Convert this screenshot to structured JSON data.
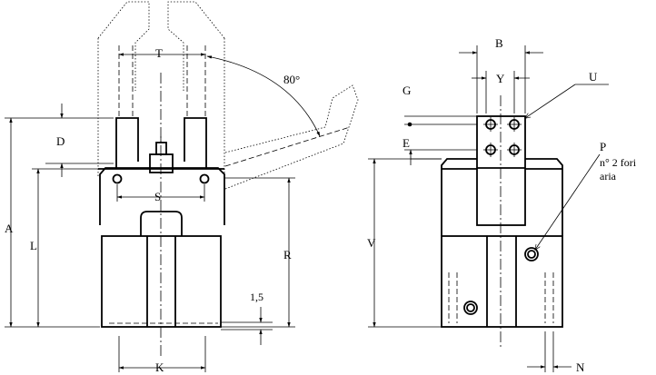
{
  "labels": {
    "T": "T",
    "angle": "80°",
    "D": "D",
    "A": "A",
    "L": "L",
    "S": "S",
    "R": "R",
    "dim_15": "1,5",
    "K": "K",
    "B": "B",
    "Y": "Y",
    "G": "G",
    "E": "E",
    "U": "U",
    "P": "P",
    "P_note_1": "n° 2 fori",
    "P_note_2": "aria",
    "V": "V",
    "N": "N"
  }
}
